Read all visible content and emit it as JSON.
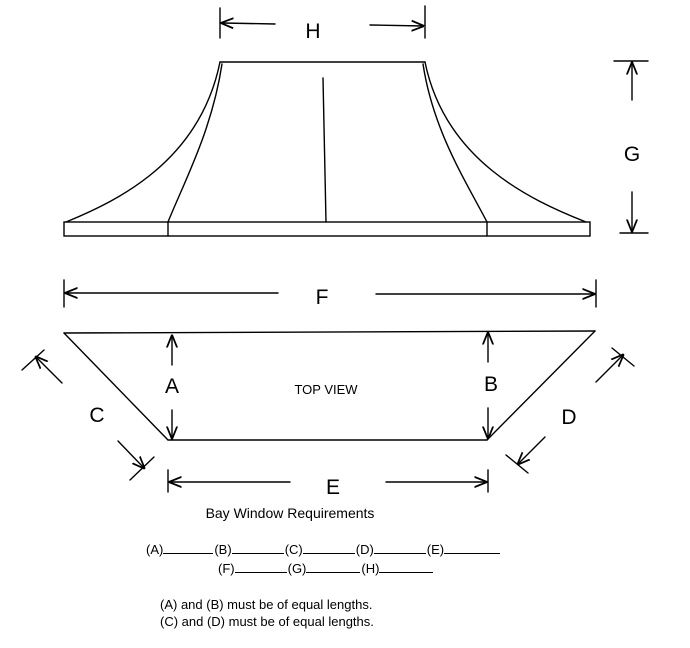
{
  "diagram": {
    "labels": {
      "h": "H",
      "g": "G",
      "f": "F",
      "a": "A",
      "b": "B",
      "c": "C",
      "d": "D",
      "e": "E",
      "top_view": "TOP VIEW"
    },
    "title": "Bay Window Requirements"
  },
  "form": {
    "row1": [
      "(A)",
      "(B)",
      "(C)",
      "(D)",
      "(E)"
    ],
    "row2": [
      "(F)",
      "(G)",
      "(H)"
    ]
  },
  "notes": [
    "(A) and (B) must be of equal lengths.",
    "(C) and (D) must be of equal lengths."
  ]
}
